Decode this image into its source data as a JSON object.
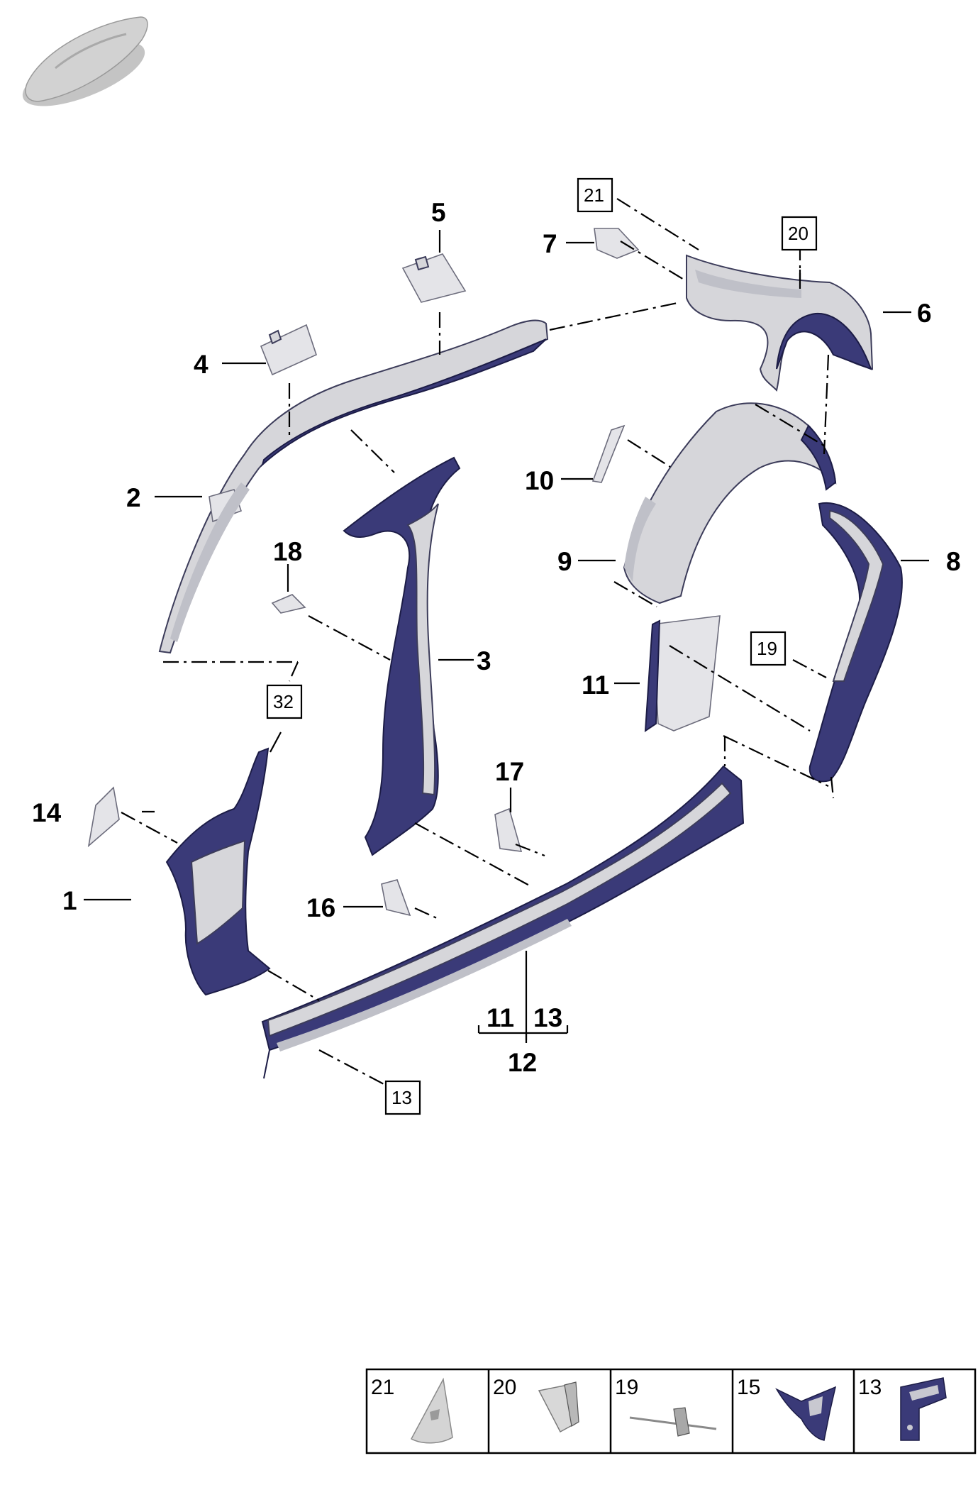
{
  "callouts": {
    "c1": "1",
    "c2": "2",
    "c3": "3",
    "c4": "4",
    "c5": "5",
    "c6": "6",
    "c7": "7",
    "c8": "8",
    "c9": "9",
    "c10": "10",
    "c11": "11",
    "c12": "12",
    "c14": "14",
    "c16": "16",
    "c17": "17",
    "c18": "18",
    "bracket_left": "11",
    "bracket_right": "13"
  },
  "boxed_refs": {
    "b21": "21",
    "b20": "20",
    "b19": "19",
    "b32": "32",
    "b13": "13"
  },
  "legend": [
    {
      "number": "21",
      "icon": "triangular-gusset-icon"
    },
    {
      "number": "20",
      "icon": "bracket-plate-icon"
    },
    {
      "number": "19",
      "icon": "strut-rod-icon"
    },
    {
      "number": "15",
      "icon": "navy-reinforcement-icon"
    },
    {
      "number": "13",
      "icon": "mounting-bracket-icon"
    }
  ],
  "colors": {
    "primer_navy": "#3a3a78",
    "panel_grey": "#d6d6da",
    "background": "#ffffff"
  }
}
